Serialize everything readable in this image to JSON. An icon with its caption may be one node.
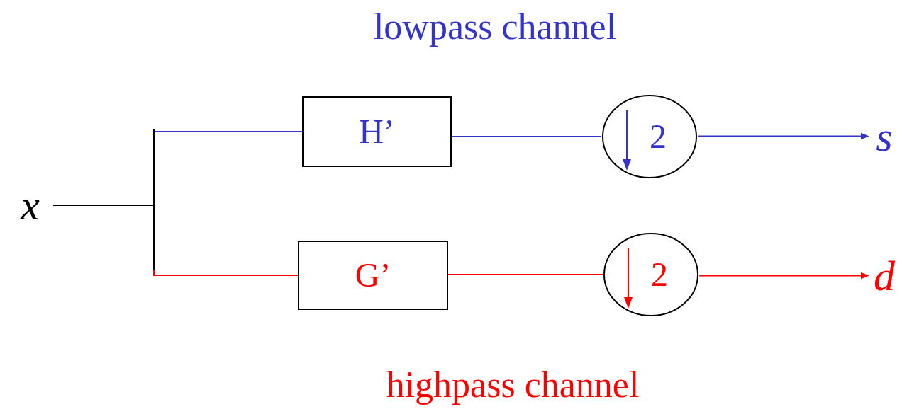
{
  "diagram": {
    "nodes": [
      {
        "text": [
          "x"
        ]
      },
      {
        "text": [
          "H’"
        ]
      },
      {
        "text": [
          "2"
        ]
      },
      {
        "text": [
          "s"
        ]
      },
      {
        "text": [
          "G’"
        ]
      },
      {
        "text": [
          "2"
        ]
      },
      {
        "text": [
          "d"
        ]
      }
    ],
    "edges": [
      {
        "from": 0,
        "to": 1,
        "arrow": "none",
        "color": "#3333cc"
      },
      {
        "from": 1,
        "to": 2,
        "arrow": "none",
        "color": "#3333cc"
      },
      {
        "from": 2,
        "to": 3,
        "arrow": "to",
        "color": "#3333cc"
      },
      {
        "from": 0,
        "to": 4,
        "arrow": "none",
        "color": "#ff0000"
      },
      {
        "from": 4,
        "to": 5,
        "arrow": "none",
        "color": "#ff0000"
      },
      {
        "from": 5,
        "to": 6,
        "arrow": "to",
        "color": "#ff0000"
      }
    ],
    "labels": [
      "lowpass channel",
      "highpass channel"
    ]
  }
}
